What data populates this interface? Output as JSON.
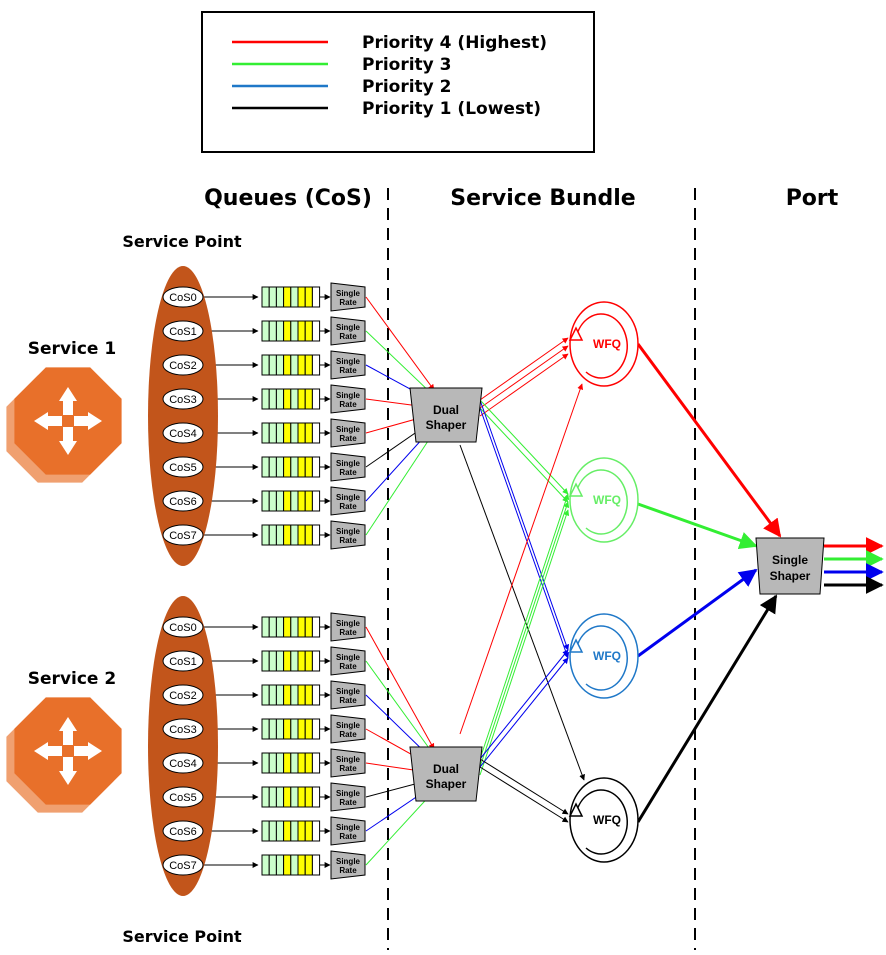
{
  "colors": {
    "p4": "#ff0000",
    "p3": "#33ee33",
    "p2": "#0000ee",
    "p1": "#000000",
    "wfq_p2": "#1f78c8",
    "wfq_p3": "#66ee66",
    "service_point": "#c2551b",
    "router": "#e8702a",
    "router_shade": "#f0a070",
    "shaper_fill": "#b8b8b8",
    "queue_green": "#ccffcc",
    "queue_yellow": "#ffff00"
  },
  "legend": [
    {
      "label": "Priority 4 (Highest)",
      "color": "#ff0000"
    },
    {
      "label": "Priority 3",
      "color": "#33ee33"
    },
    {
      "label": "Priority 2",
      "color": "#1f78c8"
    },
    {
      "label": "Priority 1 (Lowest)",
      "color": "#000000"
    }
  ],
  "headers": {
    "queues": "Queues (CoS)",
    "bundle": "Service Bundle",
    "port": "Port"
  },
  "service_point_label": "Service Point",
  "services": [
    {
      "name": "Service 1",
      "cos": [
        "CoS0",
        "CoS1",
        "CoS2",
        "CoS3",
        "CoS4",
        "CoS5",
        "CoS6",
        "CoS7"
      ]
    },
    {
      "name": "Service 2",
      "cos": [
        "CoS0",
        "CoS1",
        "CoS2",
        "CoS3",
        "CoS4",
        "CoS5",
        "CoS6",
        "CoS7"
      ]
    }
  ],
  "single_rate": [
    "Single",
    "Rate"
  ],
  "dual_shaper": [
    "Dual",
    "Shaper"
  ],
  "single_shaper": [
    "Single",
    "Shaper"
  ],
  "wfq_label": "WFQ",
  "icons": {
    "router": "router-arrows-icon",
    "wfq": "circular-loop-arrow-icon"
  }
}
